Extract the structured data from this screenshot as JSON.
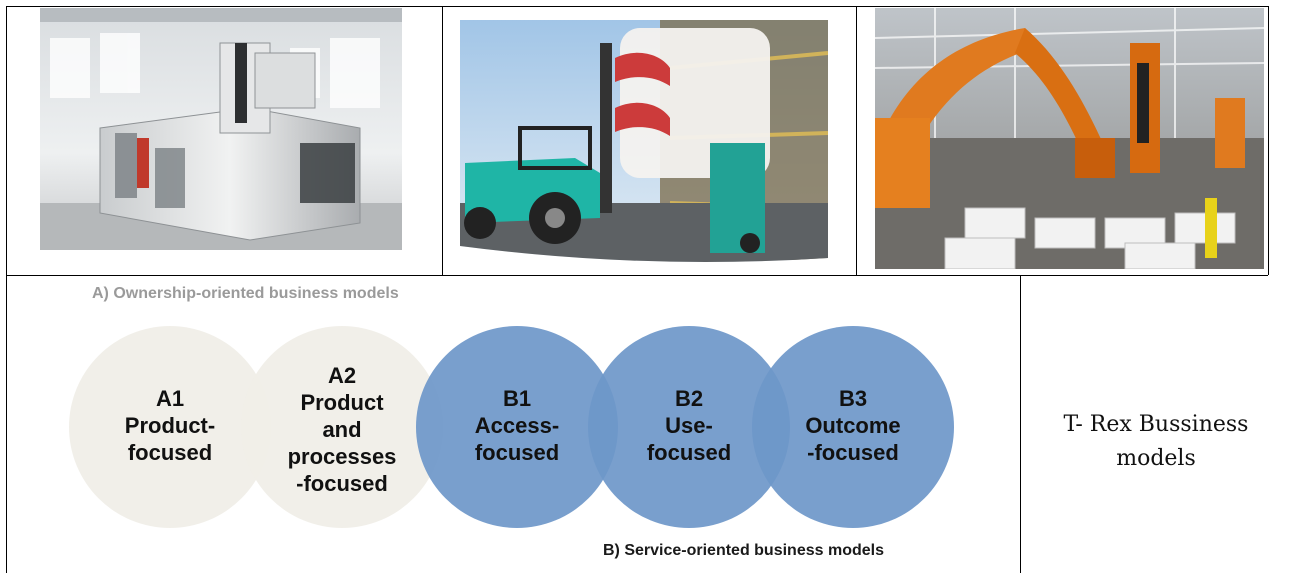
{
  "images": [
    {
      "name": "cnc-machine",
      "caption": ""
    },
    {
      "name": "forklift",
      "caption": ""
    },
    {
      "name": "industrial-robots",
      "caption": ""
    }
  ],
  "diagram": {
    "ownership_label": "A) Ownership-oriented business models",
    "service_label": "B) Service-oriented business models",
    "circles": [
      {
        "id": "A1",
        "lines": [
          "A1",
          "Product-",
          "focused"
        ],
        "color": "#f0eee8"
      },
      {
        "id": "A2",
        "lines": [
          "A2",
          "Product",
          "and",
          "processes",
          "-focused"
        ],
        "color": "#f0eee8"
      },
      {
        "id": "B1",
        "lines": [
          "B1",
          "Access-",
          "focused"
        ],
        "color": "#6e97c9"
      },
      {
        "id": "B2",
        "lines": [
          "B2",
          "Use-",
          "focused"
        ],
        "color": "#6e97c9"
      },
      {
        "id": "B3",
        "lines": [
          "B3",
          "Outcome",
          "-focused"
        ],
        "color": "#6e97c9"
      }
    ]
  },
  "side_title": {
    "line1": "T- Rex Bussiness",
    "line2": "models"
  }
}
